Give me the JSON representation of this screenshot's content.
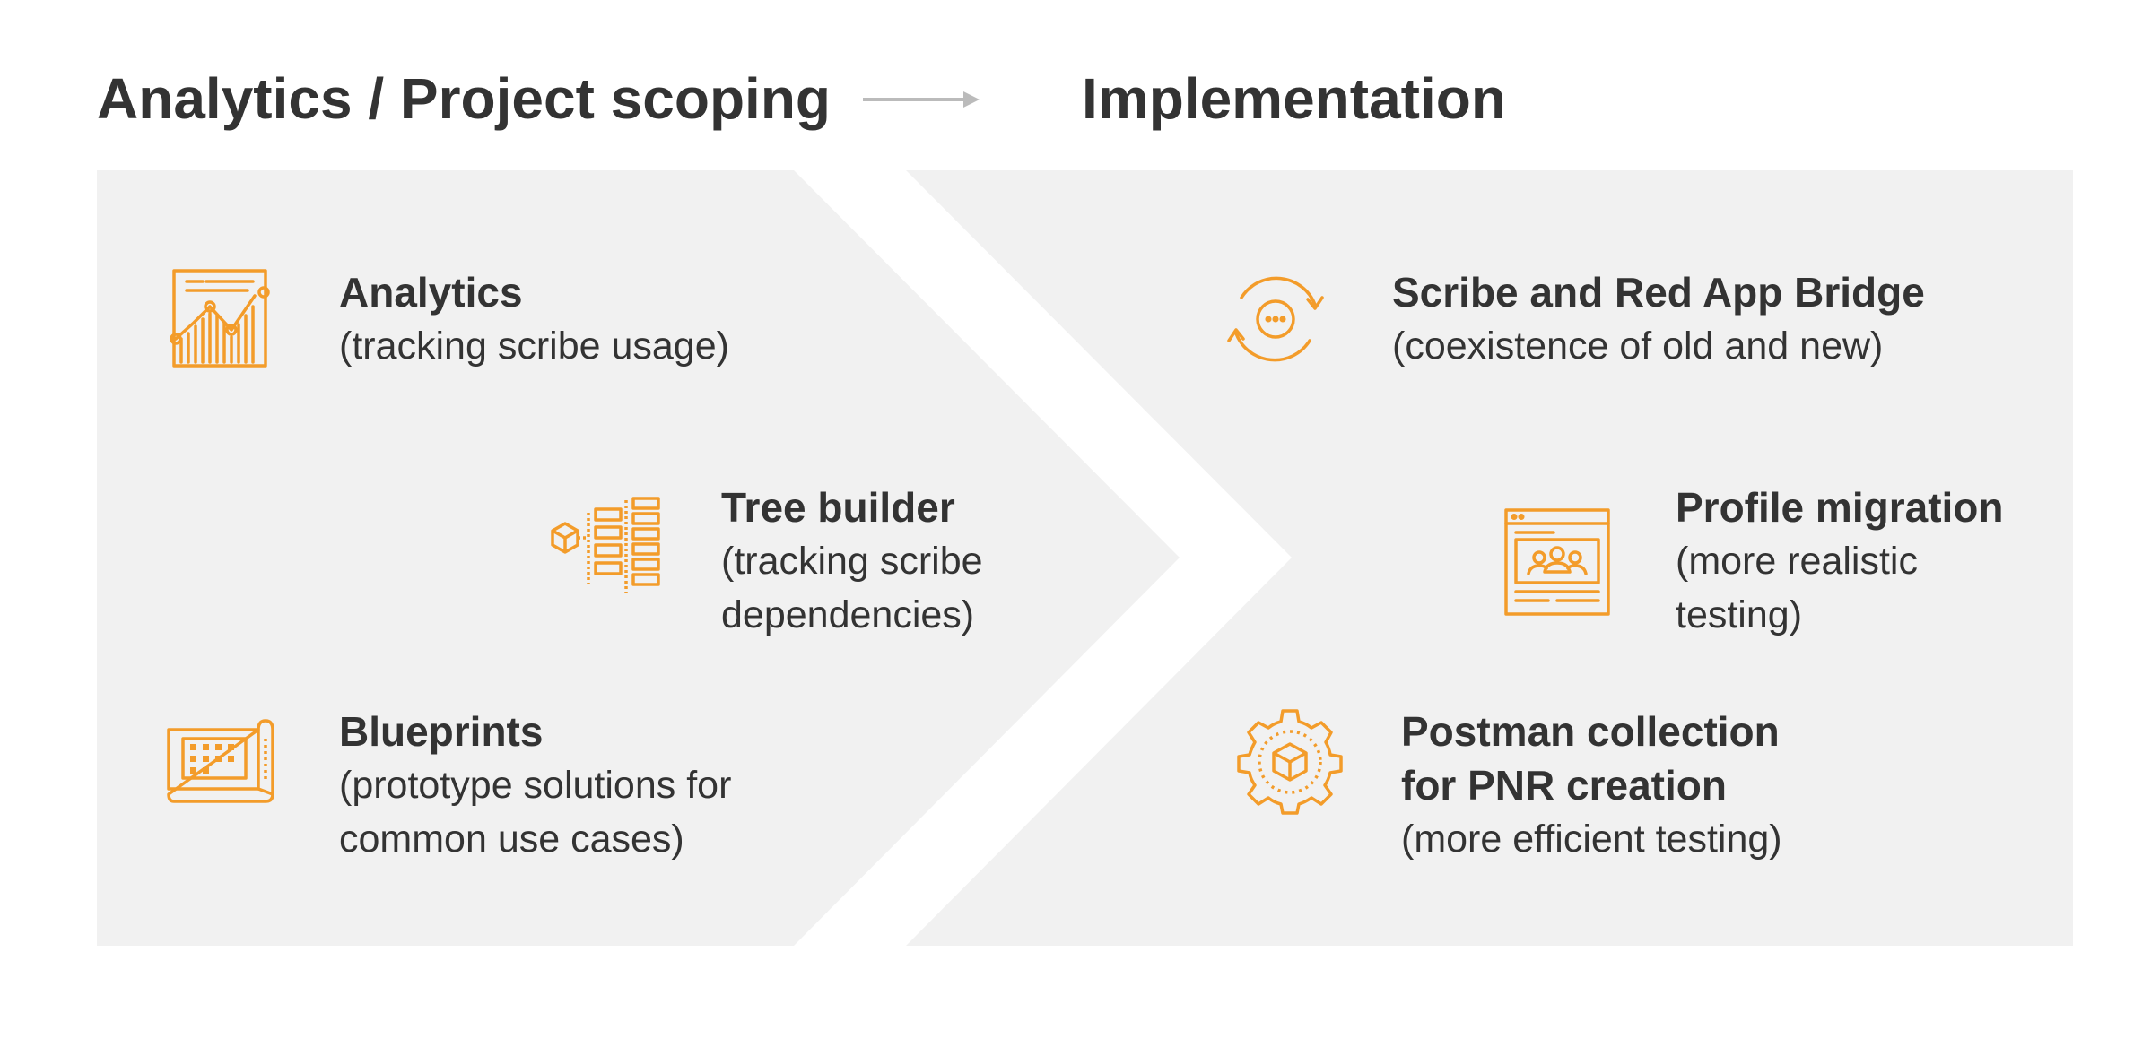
{
  "colors": {
    "accent": "#F39C2A",
    "panel": "#F1F1F1",
    "text": "#333333",
    "arrow": "#BBBBBB"
  },
  "headings": {
    "left": "Analytics / Project scoping",
    "right": "Implementation"
  },
  "left_panel": {
    "items": [
      {
        "icon": "analytics-chart-icon",
        "title": "Analytics",
        "desc": [
          "(tracking scribe usage)"
        ]
      },
      {
        "icon": "tree-builder-icon",
        "title": "Tree builder",
        "desc": [
          "(tracking scribe",
          "dependencies)"
        ]
      },
      {
        "icon": "blueprint-icon",
        "title": "Blueprints",
        "desc": [
          "(prototype solutions for",
          "common use cases)"
        ]
      }
    ]
  },
  "right_panel": {
    "items": [
      {
        "icon": "sync-bridge-icon",
        "title": "Scribe and Red App Bridge",
        "desc": [
          "(coexistence of old and new)"
        ]
      },
      {
        "icon": "profile-migration-icon",
        "title": "Profile migration",
        "desc": [
          "(more realistic",
          "testing)"
        ]
      },
      {
        "icon": "gear-package-icon",
        "title": [
          "Postman collection",
          "for PNR creation"
        ],
        "desc": [
          "(more efficient testing)"
        ]
      }
    ]
  }
}
